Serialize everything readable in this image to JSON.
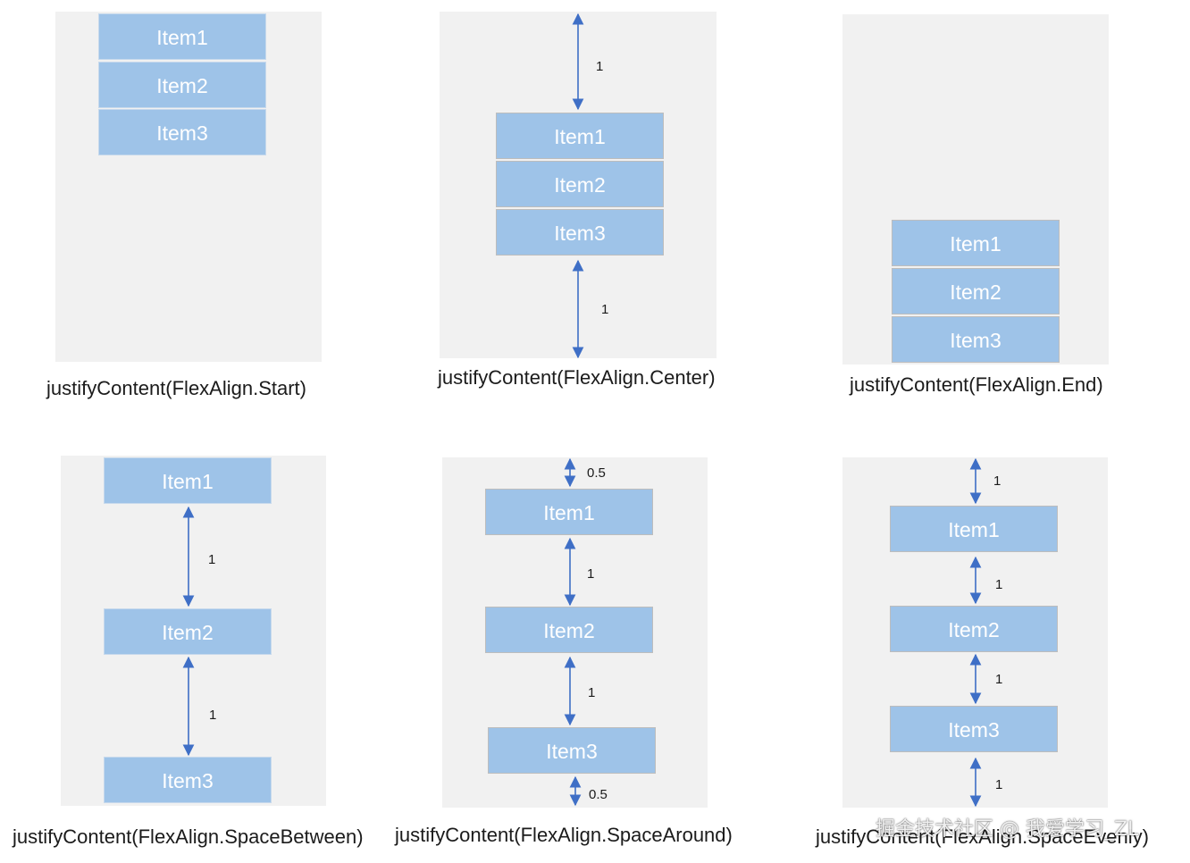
{
  "items": [
    "Item1",
    "Item2",
    "Item3"
  ],
  "captions": {
    "start": "justifyContent(FlexAlign.Start)",
    "center": "justifyContent(FlexAlign.Center)",
    "end": "justifyContent(FlexAlign.End)",
    "space_between": "justifyContent(FlexAlign.SpaceBetween)",
    "space_around": "justifyContent(FlexAlign.SpaceAround)",
    "space_evenly": "justifyContent(FlexAlign.SpaceEvenly)"
  },
  "gaps": {
    "center": [
      "1",
      "1"
    ],
    "space_between": [
      "1",
      "1"
    ],
    "space_around": [
      "0.5",
      "1",
      "1",
      "0.5"
    ],
    "space_evenly": [
      "1",
      "1",
      "1",
      "1"
    ]
  },
  "watermark": "掘金技术社区 @ 我爱学习_ZL",
  "colors": {
    "panel": "#f1f1f1",
    "item": "#9ec3e8",
    "arrow": "#3f6fc6",
    "text": "#1b1b1b"
  }
}
